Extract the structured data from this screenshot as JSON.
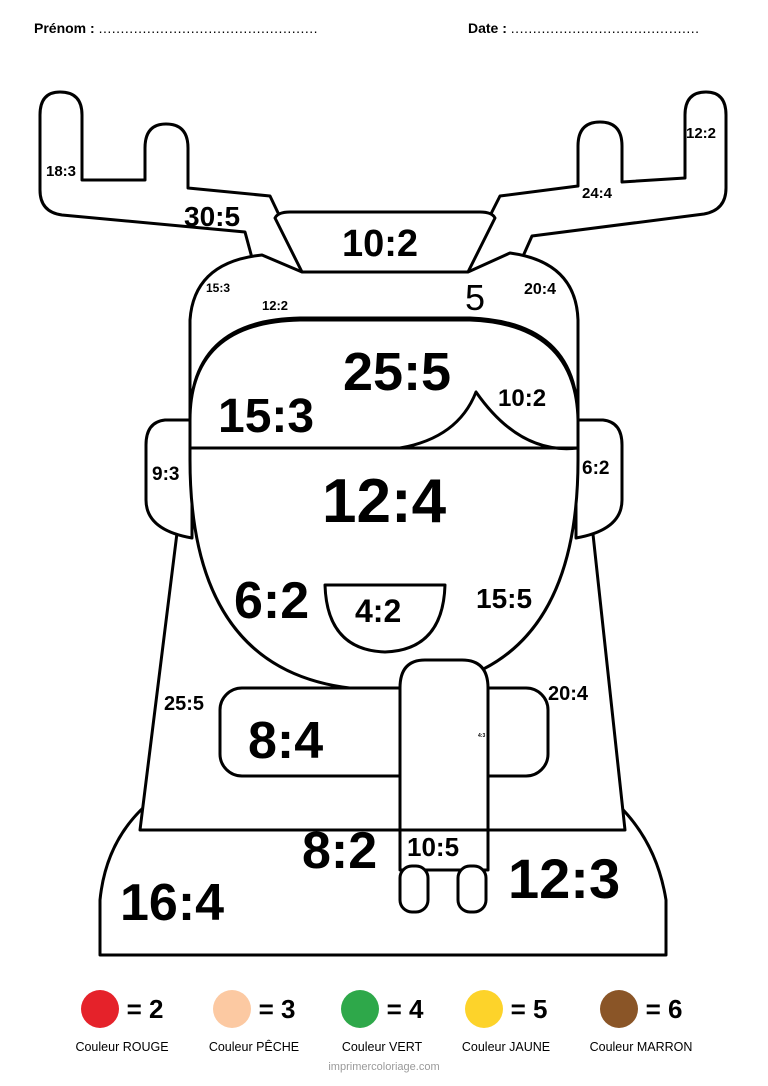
{
  "header": {
    "name_label": "Prénom :",
    "name_dots": "..................................................",
    "date_label": "Date :",
    "date_dots": "..........................................."
  },
  "labels": {
    "antler_left_tip": "18:3",
    "antler_left_base": "30:5",
    "antler_right_tip": "12:2",
    "antler_right_base": "24:4",
    "hat_band": "10:2",
    "hat_left": "15:3",
    "hat_brim_left": "12:2",
    "hat_brim_right": "5",
    "hat_right": "20:4",
    "hair_top": "25:5",
    "hair_left": "15:3",
    "hair_right": "10:2",
    "ear_left": "9:3",
    "ear_right": "6:2",
    "face": "12:4",
    "cheek_left": "6:2",
    "mouth": "4:2",
    "cheek_right": "15:5",
    "neck_left": "25:5",
    "neck_right": "20:4",
    "scarf": "8:4",
    "scarf_knot": "4:3",
    "body_center": "8:2",
    "scarf_end": "10:5",
    "body_right": "12:3",
    "body_left": "16:4"
  },
  "legend": [
    {
      "value": "= 2",
      "name": "Couleur ROUGE",
      "color": "#e5222a"
    },
    {
      "value": "= 3",
      "name": "Couleur PÊCHE",
      "color": "#fcc9a2"
    },
    {
      "value": "= 4",
      "name": "Couleur VERT",
      "color": "#2ea84a"
    },
    {
      "value": "= 5",
      "name": "Couleur JAUNE",
      "color": "#fdd32a"
    },
    {
      "value": "= 6",
      "name": "Couleur MARRON",
      "color": "#8a5527"
    }
  ],
  "credit": "imprimercoloriage.com"
}
